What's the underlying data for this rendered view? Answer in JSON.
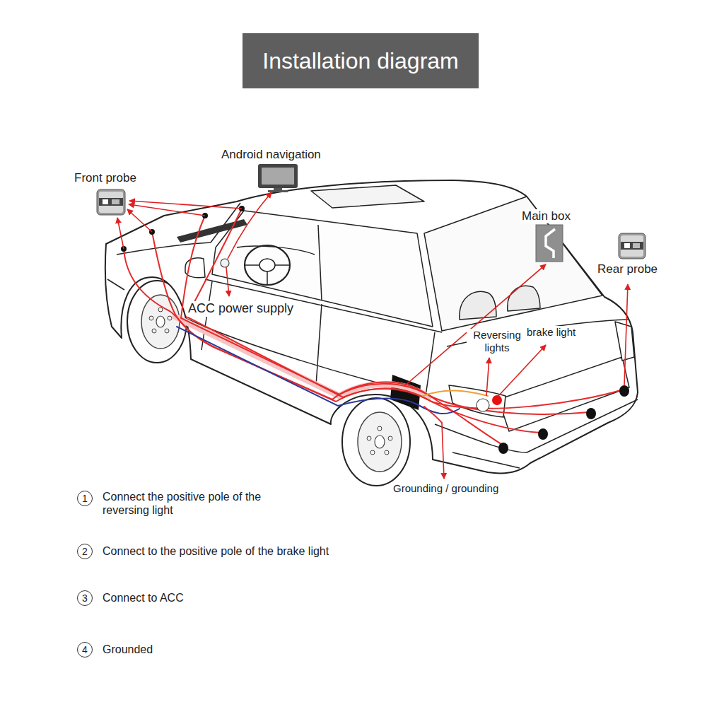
{
  "diagram": {
    "title": "Installation diagram",
    "nodes": [
      {
        "text": [
          "1"
        ]
      },
      {
        "text": [
          "2"
        ]
      },
      {
        "text": [
          "3"
        ]
      },
      {
        "text": [
          "4"
        ]
      }
    ],
    "labels": [
      "Front probe",
      "Android navigation",
      "Main box",
      "Rear probe",
      "ACC power supply",
      "Reversing lights",
      "brake light",
      "Grounding / grounding",
      "Connect the positive pole of the reversing light",
      "Connect to the positive pole of the brake light",
      "Connect to ACC",
      "Grounded"
    ]
  }
}
